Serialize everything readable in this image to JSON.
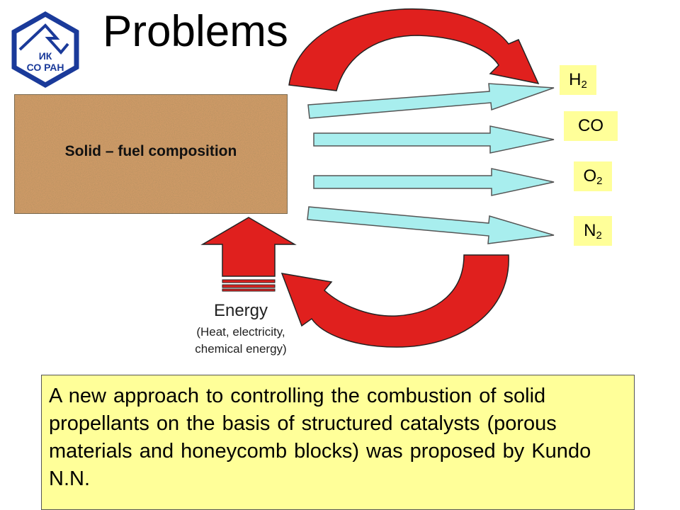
{
  "title": "Problems",
  "logo": {
    "line1": "ИК",
    "line2": "СО РАН",
    "color": "#1a3a9a"
  },
  "fuel": {
    "label": "Solid – fuel composition"
  },
  "gases": {
    "h2": {
      "base": "H",
      "sub": "2"
    },
    "co": {
      "base": "CO",
      "sub": ""
    },
    "o2": {
      "base": "O",
      "sub": "2"
    },
    "n2": {
      "base": "N",
      "sub": "2"
    }
  },
  "energy": {
    "label": "Energy",
    "detail_line1": "(Heat, electricity,",
    "detail_line2": "chemical energy)"
  },
  "description": "A new approach to controlling the combustion of solid propellants on the basis of structured catalysts (porous materials and honeycomb blocks) was proposed  by Kundo N.N.",
  "colors": {
    "red_arrow": "#e0201e",
    "cyan_arrow": "#a8eeee",
    "label_bg": "#ffff99"
  }
}
